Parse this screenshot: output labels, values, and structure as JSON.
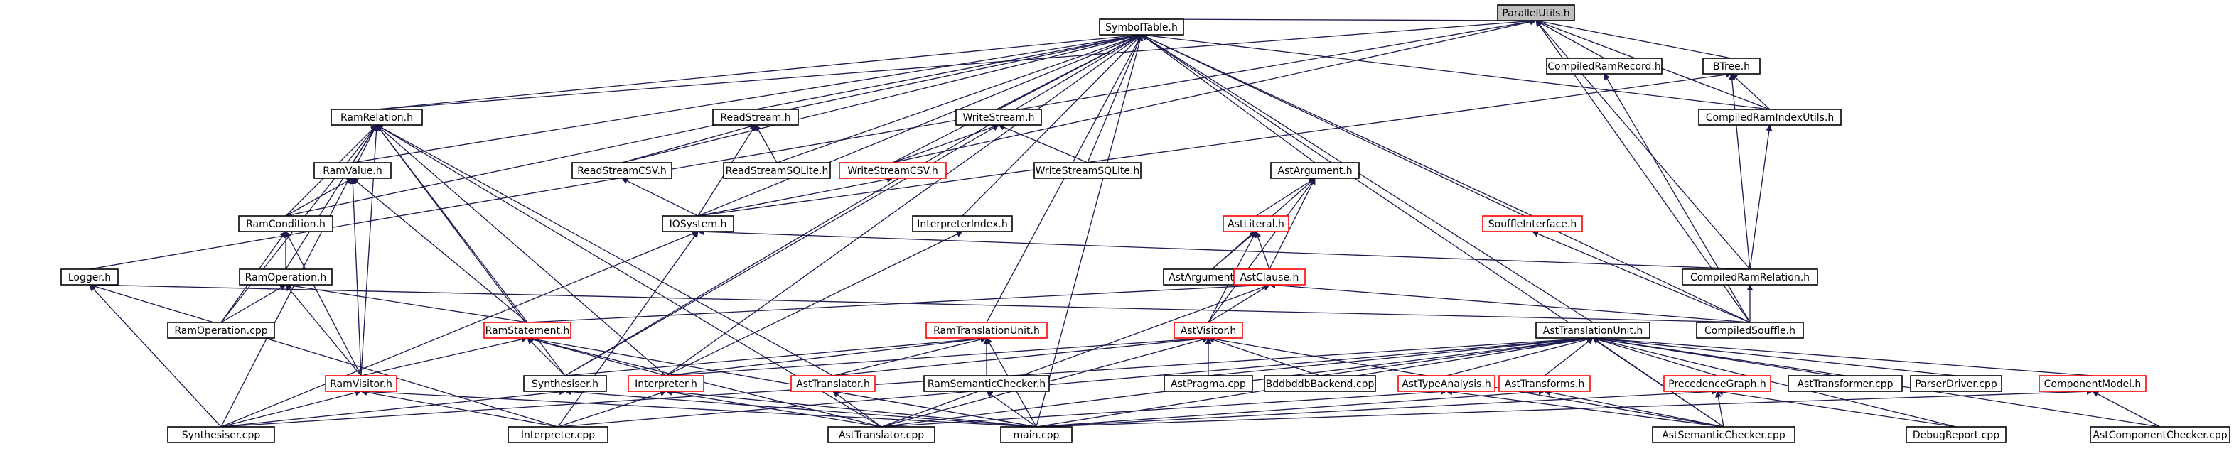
{
  "graph": {
    "nodes": {
      "ParallelUtils": {
        "label": "ParallelUtils.h",
        "style": "root"
      },
      "SymbolTable": {
        "label": "SymbolTable.h"
      },
      "CompiledRamRecord": {
        "label": "CompiledRamRecord.h"
      },
      "BTree": {
        "label": "BTree.h"
      },
      "CompiledRamIndexUtils": {
        "label": "CompiledRamIndexUtils.h"
      },
      "RamRelation": {
        "label": "RamRelation.h"
      },
      "ReadStream": {
        "label": "ReadStream.h"
      },
      "WriteStream": {
        "label": "WriteStream.h"
      },
      "RamValue": {
        "label": "RamValue.h"
      },
      "ReadStreamCSV": {
        "label": "ReadStreamCSV.h"
      },
      "ReadStreamSQLite": {
        "label": "ReadStreamSQLite.h"
      },
      "WriteStreamCSV": {
        "label": "WriteStreamCSV.h",
        "style": "red"
      },
      "WriteStreamSQLite": {
        "label": "WriteStreamSQLite.h"
      },
      "AstArgument": {
        "label": "AstArgument.h"
      },
      "RamCondition": {
        "label": "RamCondition.h"
      },
      "IOSystem": {
        "label": "IOSystem.h"
      },
      "InterpreterIndex": {
        "label": "InterpreterIndex.h"
      },
      "AstLiteral": {
        "label": "AstLiteral.h",
        "style": "red"
      },
      "SouffleInterface": {
        "label": "SouffleInterface.h",
        "style": "red"
      },
      "Logger": {
        "label": "Logger.h"
      },
      "RamOperation": {
        "label": "RamOperation.h"
      },
      "AstArgumentCpp": {
        "label": "AstArgument.cpp"
      },
      "AstClause": {
        "label": "AstClause.h",
        "style": "red"
      },
      "CompiledRamRelation": {
        "label": "CompiledRamRelation.h"
      },
      "RamOperationCpp": {
        "label": "RamOperation.cpp"
      },
      "RamStatement": {
        "label": "RamStatement.h",
        "style": "red"
      },
      "RamTranslationUnit": {
        "label": "RamTranslationUnit.h",
        "style": "red"
      },
      "AstVisitor": {
        "label": "AstVisitor.h",
        "style": "red"
      },
      "AstTranslationUnit": {
        "label": "AstTranslationUnit.h"
      },
      "CompiledSouffle": {
        "label": "CompiledSouffle.h"
      },
      "RamVisitor": {
        "label": "RamVisitor.h",
        "style": "red"
      },
      "Synthesiser": {
        "label": "Synthesiser.h"
      },
      "Interpreter": {
        "label": "Interpreter.h",
        "style": "red"
      },
      "AstTranslator": {
        "label": "AstTranslator.h",
        "style": "red"
      },
      "RamSemanticChecker": {
        "label": "RamSemanticChecker.h"
      },
      "AstPragmaCpp": {
        "label": "AstPragma.cpp"
      },
      "BddbddbBackendCpp": {
        "label": "BddbddbBackend.cpp"
      },
      "AstTypeAnalysis": {
        "label": "AstTypeAnalysis.h",
        "style": "red"
      },
      "AstTransforms": {
        "label": "AstTransforms.h",
        "style": "red"
      },
      "PrecedenceGraph": {
        "label": "PrecedenceGraph.h",
        "style": "red"
      },
      "AstTransformerCpp": {
        "label": "AstTransformer.cpp"
      },
      "ParserDriverCpp": {
        "label": "ParserDriver.cpp"
      },
      "ComponentModel": {
        "label": "ComponentModel.h",
        "style": "red"
      },
      "SynthesiserCpp": {
        "label": "Synthesiser.cpp"
      },
      "InterpreterCpp": {
        "label": "Interpreter.cpp"
      },
      "AstTranslatorCpp": {
        "label": "AstTranslator.cpp"
      },
      "MainCpp": {
        "label": "main.cpp"
      },
      "AstSemanticCheckerCpp": {
        "label": "AstSemanticChecker.cpp"
      },
      "DebugReportCpp": {
        "label": "DebugReport.cpp"
      },
      "AstComponentCheckerCpp": {
        "label": "AstComponentChecker.cpp"
      }
    },
    "edges": [
      [
        "SymbolTable",
        "ParallelUtils"
      ],
      [
        "CompiledRamRecord",
        "ParallelUtils"
      ],
      [
        "BTree",
        "ParallelUtils"
      ],
      [
        "CompiledRamIndexUtils",
        "ParallelUtils"
      ],
      [
        "RamRelation",
        "ParallelUtils"
      ],
      [
        "Logger",
        "ParallelUtils"
      ],
      [
        "CompiledRamRelation",
        "ParallelUtils"
      ],
      [
        "CompiledSouffle",
        "ParallelUtils"
      ],
      [
        "WriteStreamCSV",
        "ParallelUtils"
      ],
      [
        "CompiledRamIndexUtils",
        "BTree"
      ],
      [
        "CompiledRamRelation",
        "BTree"
      ],
      [
        "IOSystem",
        "BTree"
      ],
      [
        "CompiledRamRelation",
        "CompiledRamIndexUtils"
      ],
      [
        "CompiledSouffle",
        "CompiledRamRecord"
      ],
      [
        "CompiledSouffle",
        "CompiledRamRelation"
      ],
      [
        "CompiledSouffle",
        "SouffleInterface"
      ],
      [
        "RamRelation",
        "SymbolTable"
      ],
      [
        "ReadStream",
        "SymbolTable"
      ],
      [
        "WriteStream",
        "SymbolTable"
      ],
      [
        "CompiledRamIndexUtils",
        "SymbolTable"
      ],
      [
        "ReadStreamCSV",
        "SymbolTable"
      ],
      [
        "ReadStreamSQLite",
        "SymbolTable"
      ],
      [
        "WriteStreamCSV",
        "SymbolTable"
      ],
      [
        "WriteStreamSQLite",
        "SymbolTable"
      ],
      [
        "AstArgument",
        "SymbolTable"
      ],
      [
        "RamCondition",
        "SymbolTable"
      ],
      [
        "IOSystem",
        "SymbolTable"
      ],
      [
        "InterpreterIndex",
        "SymbolTable"
      ],
      [
        "SouffleInterface",
        "SymbolTable"
      ],
      [
        "RamValue",
        "SymbolTable"
      ],
      [
        "Interpreter",
        "SymbolTable"
      ],
      [
        "RamTranslationUnit",
        "SymbolTable"
      ],
      [
        "AstTranslationUnit",
        "SymbolTable"
      ],
      [
        "CompiledSouffle",
        "SymbolTable"
      ],
      [
        "Synthesiser",
        "SymbolTable"
      ],
      [
        "MainCpp",
        "SymbolTable"
      ],
      [
        "ReadStreamCSV",
        "ReadStream"
      ],
      [
        "ReadStreamSQLite",
        "ReadStream"
      ],
      [
        "IOSystem",
        "ReadStream"
      ],
      [
        "WriteStreamCSV",
        "WriteStream"
      ],
      [
        "WriteStreamSQLite",
        "WriteStream"
      ],
      [
        "Synthesiser",
        "WriteStream"
      ],
      [
        "IOSystem",
        "ReadStreamCSV"
      ],
      [
        "IOSystem",
        "WriteStreamCSV"
      ],
      [
        "CompiledRamRelation",
        "IOSystem"
      ],
      [
        "InterpreterCpp",
        "IOSystem"
      ],
      [
        "SynthesiserCpp",
        "IOSystem"
      ],
      [
        "Interpreter",
        "InterpreterIndex"
      ],
      [
        "RamValue",
        "RamRelation"
      ],
      [
        "RamCondition",
        "RamRelation"
      ],
      [
        "RamOperation",
        "RamRelation"
      ],
      [
        "RamOperationCpp",
        "RamRelation"
      ],
      [
        "RamStatement",
        "RamRelation"
      ],
      [
        "RamVisitor",
        "RamRelation"
      ],
      [
        "Synthesiser",
        "RamRelation"
      ],
      [
        "Interpreter",
        "RamRelation"
      ],
      [
        "AstTranslator",
        "RamRelation"
      ],
      [
        "SynthesiserCpp",
        "RamRelation"
      ],
      [
        "AstTranslatorCpp",
        "RamRelation"
      ],
      [
        "RamCondition",
        "RamValue"
      ],
      [
        "RamStatement",
        "RamValue"
      ],
      [
        "RamVisitor",
        "RamValue"
      ],
      [
        "RamOperation",
        "RamCondition"
      ],
      [
        "RamOperationCpp",
        "RamCondition"
      ],
      [
        "RamVisitor",
        "RamCondition"
      ],
      [
        "RamOperationCpp",
        "RamOperation"
      ],
      [
        "RamStatement",
        "RamOperation"
      ],
      [
        "RamVisitor",
        "RamOperation"
      ],
      [
        "RamVisitor",
        "RamStatement"
      ],
      [
        "Interpreter",
        "RamStatement"
      ],
      [
        "Synthesiser",
        "RamStatement"
      ],
      [
        "AstTranslatorCpp",
        "RamStatement"
      ],
      [
        "MainCpp",
        "RamStatement"
      ],
      [
        "SynthesiserCpp",
        "RamVisitor"
      ],
      [
        "InterpreterCpp",
        "RamVisitor"
      ],
      [
        "MainCpp",
        "RamVisitor"
      ],
      [
        "SynthesiserCpp",
        "Logger"
      ],
      [
        "InterpreterCpp",
        "Logger"
      ],
      [
        "CompiledSouffle",
        "Logger"
      ],
      [
        "SynthesiserCpp",
        "Synthesiser"
      ],
      [
        "MainCpp",
        "Synthesiser"
      ],
      [
        "InterpreterCpp",
        "Interpreter"
      ],
      [
        "MainCpp",
        "Interpreter"
      ],
      [
        "AstTranslatorCpp",
        "Interpreter"
      ],
      [
        "AstLiteral",
        "AstArgument"
      ],
      [
        "AstArgumentCpp",
        "AstArgument"
      ],
      [
        "AstClause",
        "AstArgument"
      ],
      [
        "AstVisitor",
        "AstArgument"
      ],
      [
        "AstArgumentCpp",
        "AstLiteral"
      ],
      [
        "AstClause",
        "AstLiteral"
      ],
      [
        "AstVisitor",
        "AstLiteral"
      ],
      [
        "AstVisitor",
        "AstClause"
      ],
      [
        "AstTranslatorCpp",
        "AstClause"
      ],
      [
        "RamStatement",
        "AstClause"
      ],
      [
        "CompiledSouffle",
        "AstClause"
      ],
      [
        "AstTranslator",
        "AstVisitor"
      ],
      [
        "AstPragmaCpp",
        "AstVisitor"
      ],
      [
        "BddbddbBackendCpp",
        "AstVisitor"
      ],
      [
        "AstTranslatorCpp",
        "AstVisitor"
      ],
      [
        "AstSemanticCheckerCpp",
        "AstVisitor"
      ],
      [
        "Interpreter",
        "AstVisitor"
      ],
      [
        "Synthesiser",
        "RamTranslationUnit"
      ],
      [
        "Interpreter",
        "RamTranslationUnit"
      ],
      [
        "AstTranslator",
        "RamTranslationUnit"
      ],
      [
        "RamSemanticChecker",
        "RamTranslationUnit"
      ],
      [
        "MainCpp",
        "RamTranslationUnit"
      ],
      [
        "AstTranslatorCpp",
        "AstTranslator"
      ],
      [
        "MainCpp",
        "AstTranslator"
      ],
      [
        "MainCpp",
        "RamSemanticChecker"
      ],
      [
        "AstTypeAnalysis",
        "AstTranslationUnit"
      ],
      [
        "AstTransforms",
        "AstTranslationUnit"
      ],
      [
        "PrecedenceGraph",
        "AstTranslationUnit"
      ],
      [
        "AstTransformerCpp",
        "AstTranslationUnit"
      ],
      [
        "ParserDriverCpp",
        "AstTranslationUnit"
      ],
      [
        "ComponentModel",
        "AstTranslationUnit"
      ],
      [
        "BddbddbBackendCpp",
        "AstTranslationUnit"
      ],
      [
        "AstPragmaCpp",
        "AstTranslationUnit"
      ],
      [
        "MainCpp",
        "AstTranslationUnit"
      ],
      [
        "AstTranslatorCpp",
        "AstTranslationUnit"
      ],
      [
        "AstSemanticCheckerCpp",
        "AstTranslationUnit"
      ],
      [
        "DebugReportCpp",
        "AstTranslationUnit"
      ],
      [
        "AstComponentCheckerCpp",
        "AstTranslationUnit"
      ],
      [
        "InterpreterCpp",
        "AstTranslationUnit"
      ],
      [
        "SynthesiserCpp",
        "AstTranslationUnit"
      ],
      [
        "AstTranslatorCpp",
        "AstTypeAnalysis"
      ],
      [
        "AstSemanticCheckerCpp",
        "AstTypeAnalysis"
      ],
      [
        "MainCpp",
        "AstTransforms"
      ],
      [
        "AstSemanticCheckerCpp",
        "AstTransforms"
      ],
      [
        "MainCpp",
        "PrecedenceGraph"
      ],
      [
        "AstSemanticCheckerCpp",
        "PrecedenceGraph"
      ],
      [
        "DebugReportCpp",
        "PrecedenceGraph"
      ],
      [
        "MainCpp",
        "ComponentModel"
      ],
      [
        "AstComponentCheckerCpp",
        "ComponentModel"
      ],
      [
        "AstSemanticCheckerCpp",
        "SymbolTable"
      ]
    ]
  }
}
